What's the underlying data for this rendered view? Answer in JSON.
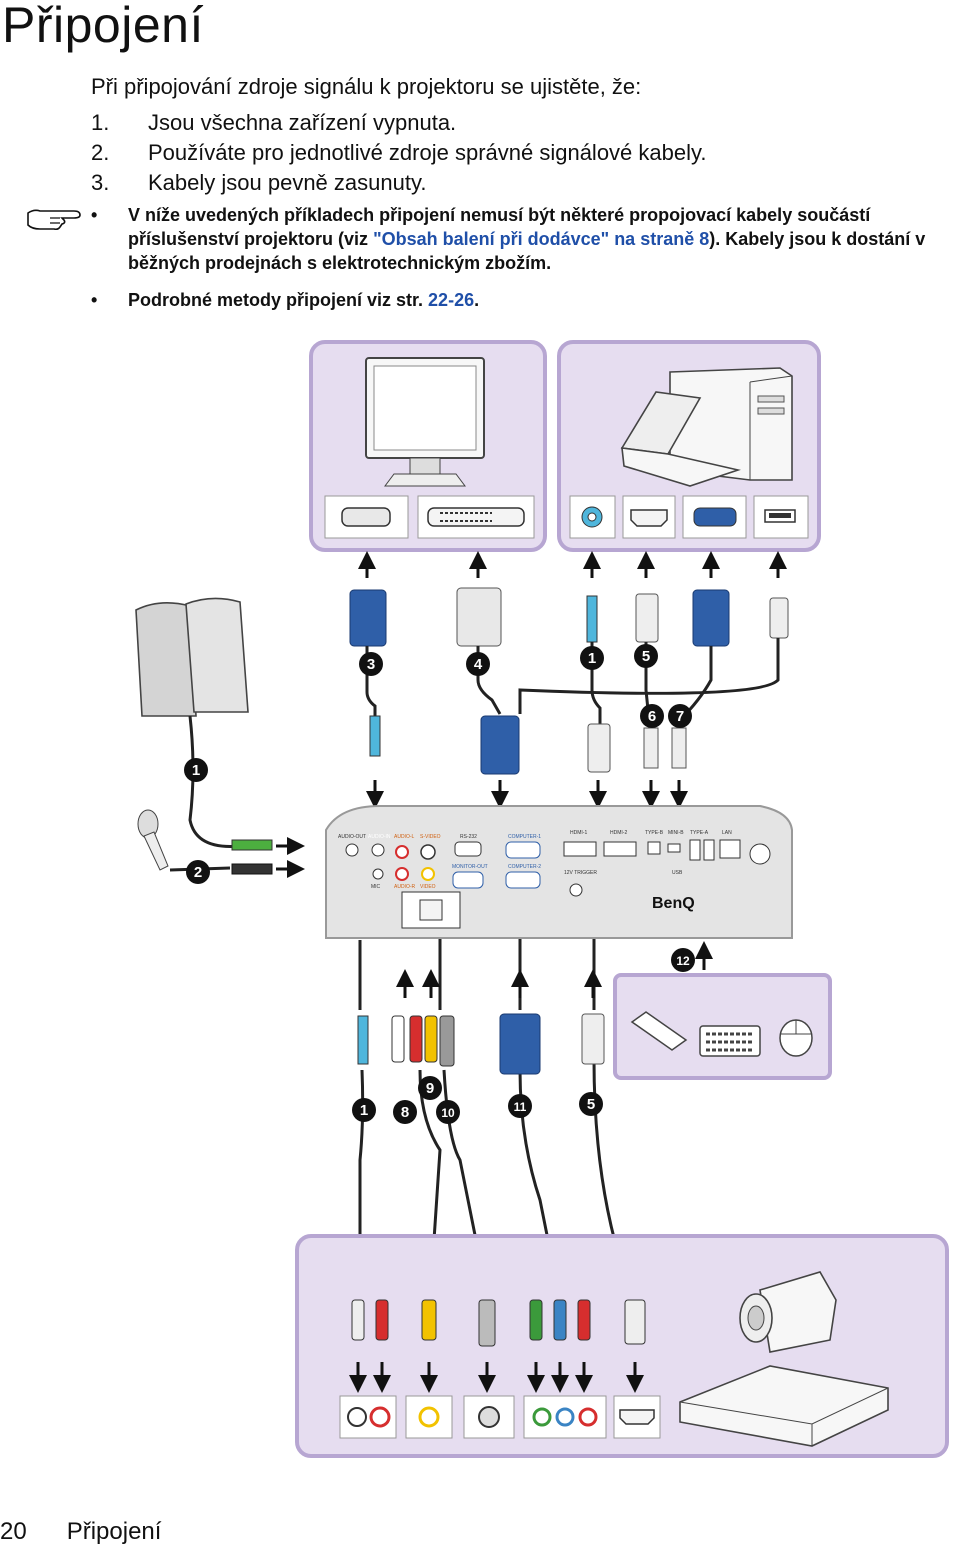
{
  "page": {
    "title": "Připojení",
    "intro": "Při připojování zdroje signálu k projektoru se ujistěte, že:",
    "steps": [
      {
        "num": "1.",
        "text": "Jsou všechna zařízení vypnuta."
      },
      {
        "num": "2.",
        "text": "Používáte pro jednotlivé zdroje správné signálové kabely."
      },
      {
        "num": "3.",
        "text": "Kabely jsou pevně zasunuty."
      }
    ],
    "notes": {
      "n1_pre": "V níže uvedených příkladech připojení nemusí být některé propojovací kabely součástí příslušenství projektoru (viz ",
      "n1_link": "\"Obsah balení při dodávce\" na straně 8",
      "n1_post": "). Kabely jsou k dostání v běžných prodejnách s elektrotechnickým zbožím.",
      "n2_pre": "Podrobné metody připojení viz str. ",
      "n2_link": "22-26",
      "n2_post": "."
    },
    "footer": {
      "page_number": "20",
      "section": "Připojení"
    }
  },
  "diagram": {
    "cable_numbers": {
      "c1": "1",
      "c2": "2",
      "c3": "3",
      "c4": "4",
      "c5": "5",
      "c6": "6",
      "c7": "7",
      "c8": "8",
      "c9": "9",
      "c10": "10",
      "c11": "11",
      "c12": "12"
    },
    "panel_labels": {
      "audio_out": "AUDIO-OUT",
      "audio_in": "AUDIO-IN",
      "audio_l": "AUDIO-L",
      "audio_r": "AUDIO-R",
      "s_video": "S-VIDEO",
      "video": "VIDEO",
      "rs232": "RS-232",
      "computer1": "COMPUTER-1",
      "computer2": "COMPUTER-2",
      "monitor_out": "MONITOR-OUT",
      "hdmi1": "HDMI-1",
      "hdmi2": "HDMI-2",
      "type_b": "TYPE-B",
      "mini_b": "MINI-B",
      "type_a": "TYPE-A",
      "lan": "LAN",
      "trigger": "12V TRIGGER",
      "usb": "USB",
      "mic": "MIC",
      "brand": "BenQ"
    },
    "colors": {
      "panel_fill": "#e6ddf0",
      "panel_stroke": "#b7a6d2",
      "vga_blue": "#2f5fa8",
      "audio_green": "#4caf3f",
      "audio_red": "#d62e2e",
      "audio_yellow": "#f2c200",
      "audio_cyan": "#4fb6dc",
      "component_green": "#3b9a3b",
      "component_blue": "#3a84c4"
    }
  }
}
